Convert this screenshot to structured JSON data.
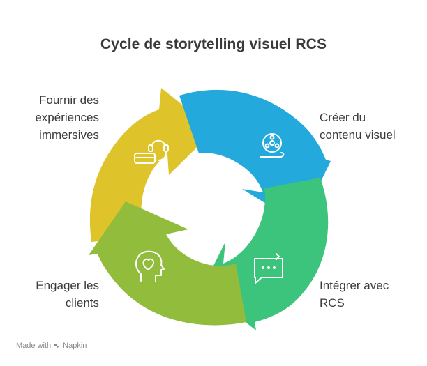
{
  "title": "Cycle de storytelling visuel RCS",
  "steps": [
    {
      "id": "creer",
      "label": "Créer du\ncontenu visuel",
      "color": "#24a9dc",
      "icon": "film-reel-icon"
    },
    {
      "id": "integrer",
      "label": "Intégrer avec\nRCS",
      "color": "#3cc47c",
      "icon": "chat-bubble-icon"
    },
    {
      "id": "engager",
      "label": "Engager les\nclients",
      "color": "#92bc3c",
      "icon": "heart-head-icon"
    },
    {
      "id": "fournir",
      "label": "Fournir des\nexpériences\nimmersives",
      "color": "#dec42a",
      "icon": "vr-headset-icon"
    }
  ],
  "footer": {
    "made_with": "Made with",
    "brand": "Napkin"
  }
}
